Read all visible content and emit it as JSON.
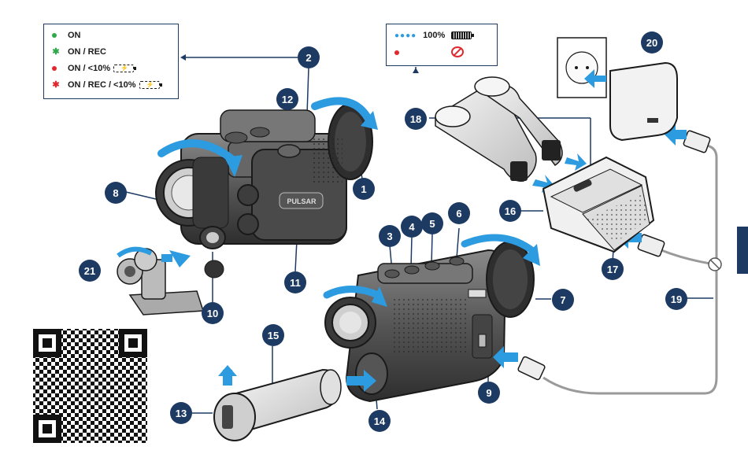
{
  "legend_led": [
    {
      "color": "#2ea84a",
      "shape": "dot",
      "text": "ON"
    },
    {
      "color": "#2ea84a",
      "shape": "star",
      "text": "ON / REC"
    },
    {
      "color": "#e0282e",
      "shape": "dot",
      "text": "ON / <10%"
    },
    {
      "color": "#e0282e",
      "shape": "star",
      "text": "ON / REC / <10%"
    }
  ],
  "legend_battery": {
    "full_text": "100%",
    "full_dot_color": "#2d9be0",
    "low_dot_color": "#e0282e"
  },
  "callouts": [
    "2",
    "3",
    "4",
    "5",
    "6",
    "7",
    "8",
    "9",
    "10",
    "11",
    "12",
    "13",
    "14",
    "15",
    "16",
    "17",
    "18",
    "19",
    "20",
    "21"
  ],
  "brand_text": "PULSAR",
  "colors": {
    "navy": "#1d3a63",
    "device": "#3a3a3a",
    "outline": "#1a1a1a",
    "arrow": "#2d9be0"
  }
}
